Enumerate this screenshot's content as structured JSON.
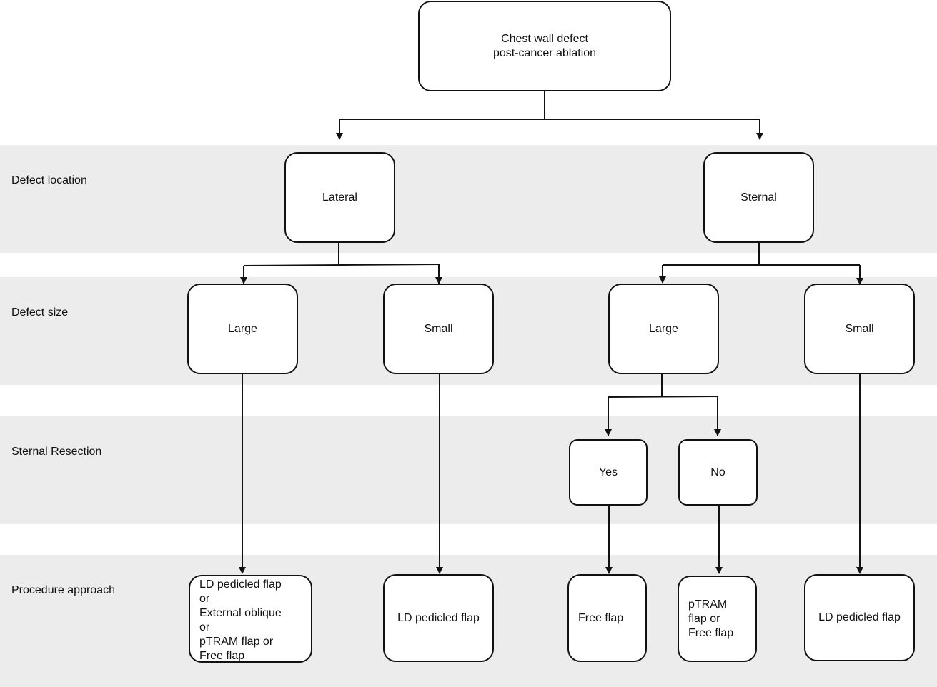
{
  "rows": {
    "defect_location": "Defect location",
    "defect_size": "Defect size",
    "sternal_resection": "Sternal Resection",
    "procedure_approach": "Procedure approach"
  },
  "nodes": {
    "root": "Chest wall defect\npost-cancer ablation",
    "lateral": "Lateral",
    "sternal": "Sternal",
    "lateral_large": "Large",
    "lateral_small": "Small",
    "sternal_large": "Large",
    "sternal_small": "Small",
    "yes": "Yes",
    "no": "No",
    "proc_lateral_large": "LD pedicled flap\nor\nExternal oblique\nor\npTRAM flap or\nFree flap",
    "proc_lateral_small": "LD pedicled flap",
    "proc_yes": "Free flap",
    "proc_no": "pTRAM\nflap or\nFree flap",
    "proc_sternal_small": "LD pedicled flap"
  },
  "colors": {
    "band": "#ececec",
    "stroke": "#111111"
  }
}
